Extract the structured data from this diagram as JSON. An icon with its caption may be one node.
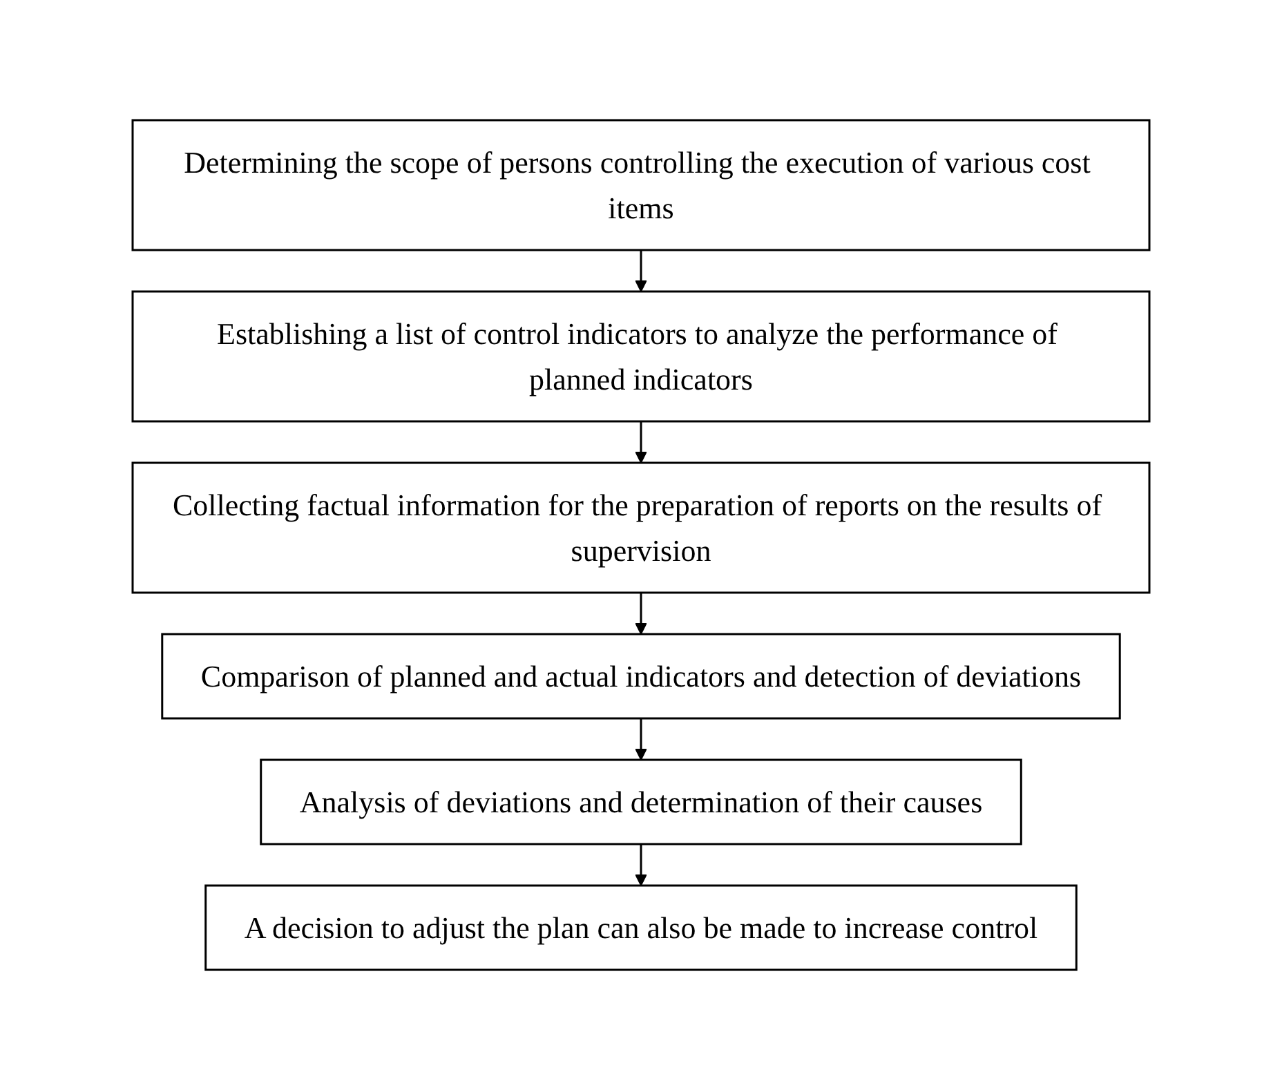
{
  "diagram": {
    "nodes": [
      {
        "text": [
          "Determining the scope of persons controlling the execution of various cost items"
        ]
      },
      {
        "text": [
          "Establishing a list of control indicators to analyze the performance of planned indicators"
        ]
      },
      {
        "text": [
          "Collecting factual information for the preparation of reports on the results of supervision"
        ]
      },
      {
        "text": [
          "Comparison of planned and actual indicators and detection of deviations"
        ]
      },
      {
        "text": [
          "Analysis of deviations and determination of their causes"
        ]
      },
      {
        "text": [
          "A decision to adjust the plan can also be made to increase control"
        ]
      }
    ],
    "edges": [
      {
        "from": 0,
        "to": 1,
        "arrow": "to"
      },
      {
        "from": 1,
        "to": 2,
        "arrow": "to"
      },
      {
        "from": 2,
        "to": 3,
        "arrow": "to"
      },
      {
        "from": 3,
        "to": 4,
        "arrow": "to"
      },
      {
        "from": 4,
        "to": 5,
        "arrow": "to"
      }
    ]
  }
}
